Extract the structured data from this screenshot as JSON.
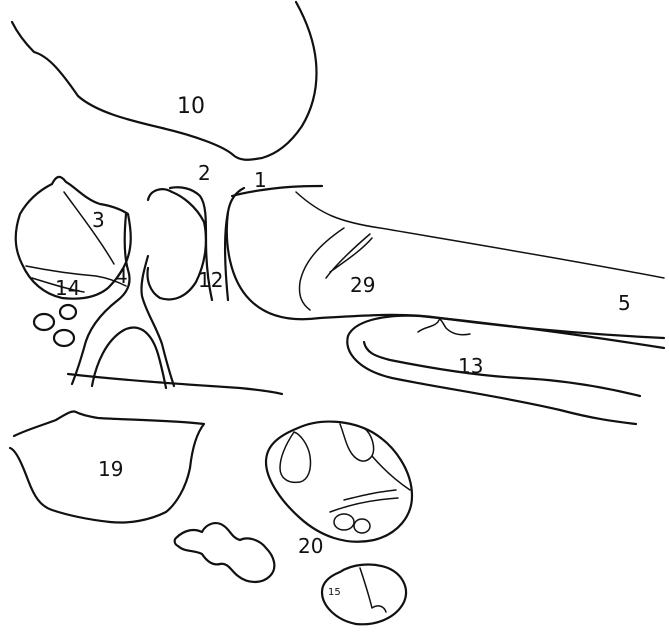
{
  "labels": {
    "l10": "10",
    "l2": "2",
    "l1": "1",
    "l3": "3",
    "l4": "4",
    "l12": "12",
    "l14": "14",
    "l29": "29",
    "l5": "5",
    "l13": "13",
    "l19": "19",
    "l20": "20",
    "l15": "15"
  }
}
